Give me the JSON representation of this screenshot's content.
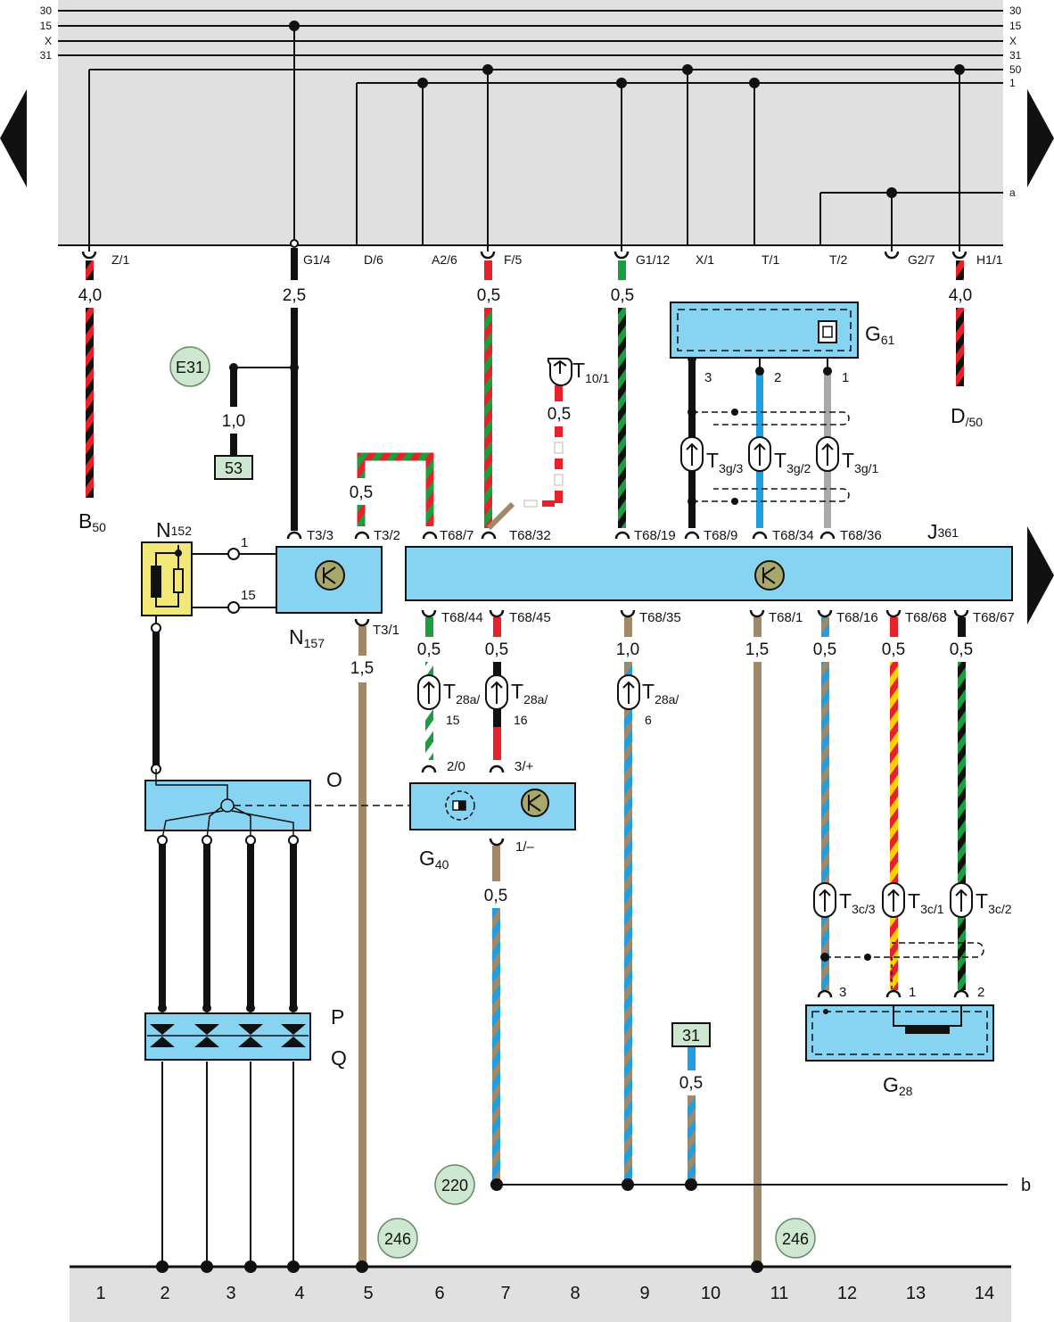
{
  "rails": {
    "left": [
      "30",
      "15",
      "X",
      "31"
    ],
    "right": [
      "30",
      "15",
      "X",
      "31",
      "50",
      "1",
      "a"
    ]
  },
  "top_pins": [
    "Z/1",
    "G1/4",
    "D/6",
    "A2/6",
    "F/5",
    "G1/12",
    "X/1",
    "T/1",
    "T/2",
    "G2/7",
    "H1/1"
  ],
  "gauges": {
    "g_z1": "4,0",
    "g_g14": "2,5",
    "g_f5": "0,5",
    "g_g112": "0,5",
    "g_h11": "4,0",
    "g_e31": "1,0",
    "g_t32": "0,5",
    "g_t101": "0,5",
    "g_t31": "1,5",
    "g_44": "0,5",
    "g_45": "0,5",
    "g_35": "1,0",
    "g_1": "1,5",
    "g_16": "0,5",
    "g_68": "0,5",
    "g_67": "0,5",
    "g_g40": "0,5",
    "g_31": "0,5"
  },
  "components": {
    "B50": {
      "main": "B",
      "sub": "50"
    },
    "D50": {
      "main": "D",
      "sub": "/50"
    },
    "N152": {
      "main": "N",
      "sub": "152"
    },
    "N157": {
      "main": "N",
      "sub": "157"
    },
    "J361": {
      "main": "J",
      "sub": "361"
    },
    "G61": {
      "main": "G",
      "sub": "61"
    },
    "G40": {
      "main": "G",
      "sub": "40"
    },
    "G28": {
      "main": "G",
      "sub": "28"
    },
    "O": "O",
    "P": "P",
    "Q": "Q"
  },
  "ref_circles": [
    "E31",
    "220",
    "246",
    "246"
  ],
  "ref_boxes": [
    "53",
    "31"
  ],
  "connector_labels": {
    "t33": "T3/3",
    "t32": "T3/2",
    "t31": "T3/1",
    "t687": "T68/7",
    "t6832": "T68/32",
    "t6819": "T68/19",
    "t689": "T68/9",
    "t6834": "T68/34",
    "t6836": "T68/36",
    "t6844": "T68/44",
    "t6845": "T68/45",
    "t6835": "T68/35",
    "t681": "T68/1",
    "t6816": "T68/16",
    "t6868": "T68/68",
    "t6867": "T68/67"
  },
  "splices": {
    "t101": {
      "main": "T",
      "sub": "10/1"
    },
    "t3g3": {
      "main": "T",
      "sub": "3g/3"
    },
    "t3g2": {
      "main": "T",
      "sub": "3g/2"
    },
    "t3g1": {
      "main": "T",
      "sub": "3g/1"
    },
    "t28a15": {
      "main": "T",
      "sub": "28a/",
      "sub2": "15"
    },
    "t28a16": {
      "main": "T",
      "sub": "28a/",
      "sub2": "16"
    },
    "t28a6": {
      "main": "T",
      "sub": "28a/",
      "sub2": "6"
    },
    "t3c3": {
      "main": "T",
      "sub": "3c/3"
    },
    "t3c1": {
      "main": "T",
      "sub": "3c/1"
    },
    "t3c2": {
      "main": "T",
      "sub": "3c/2"
    }
  },
  "pin_numbers": {
    "g61_3": "3",
    "g61_2": "2",
    "g61_1": "1",
    "n152_1": "1",
    "n152_15": "15",
    "g40_20": "2/0",
    "g40_3p": "3/+",
    "g40_1m": "1/–",
    "g28_3": "3",
    "g28_1": "1",
    "g28_2": "2"
  },
  "b_label": "b",
  "ruler": [
    "1",
    "2",
    "3",
    "4",
    "5",
    "6",
    "7",
    "8",
    "9",
    "10",
    "11",
    "12",
    "13",
    "14"
  ],
  "colors": {
    "panel": "#e0e0e0",
    "component": "#87d3f2",
    "ref_circle": "#cde7d0",
    "relay": "#f2e878",
    "red": "#e8202a",
    "green": "#1b9e3e",
    "blue": "#1f9fe0",
    "brown": "#a08868",
    "grey": "#a8a8a8",
    "yellow": "#ffd000"
  }
}
